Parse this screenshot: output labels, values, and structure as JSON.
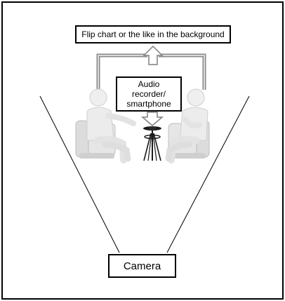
{
  "labels": {
    "flip_chart": "Flip chart or the like in the background",
    "audio_recorder": "Audio recorder/ smartphone",
    "camera": "Camera"
  },
  "colors": {
    "border": "#000000",
    "arrow_fill": "#ffffff",
    "arrow_stroke": "#7f7f7f",
    "figure_light": "#ededed",
    "figure_shadow": "#c9c9c9",
    "chair_fill": "#e8e8e8",
    "table_fill": "#1a1a1a"
  }
}
